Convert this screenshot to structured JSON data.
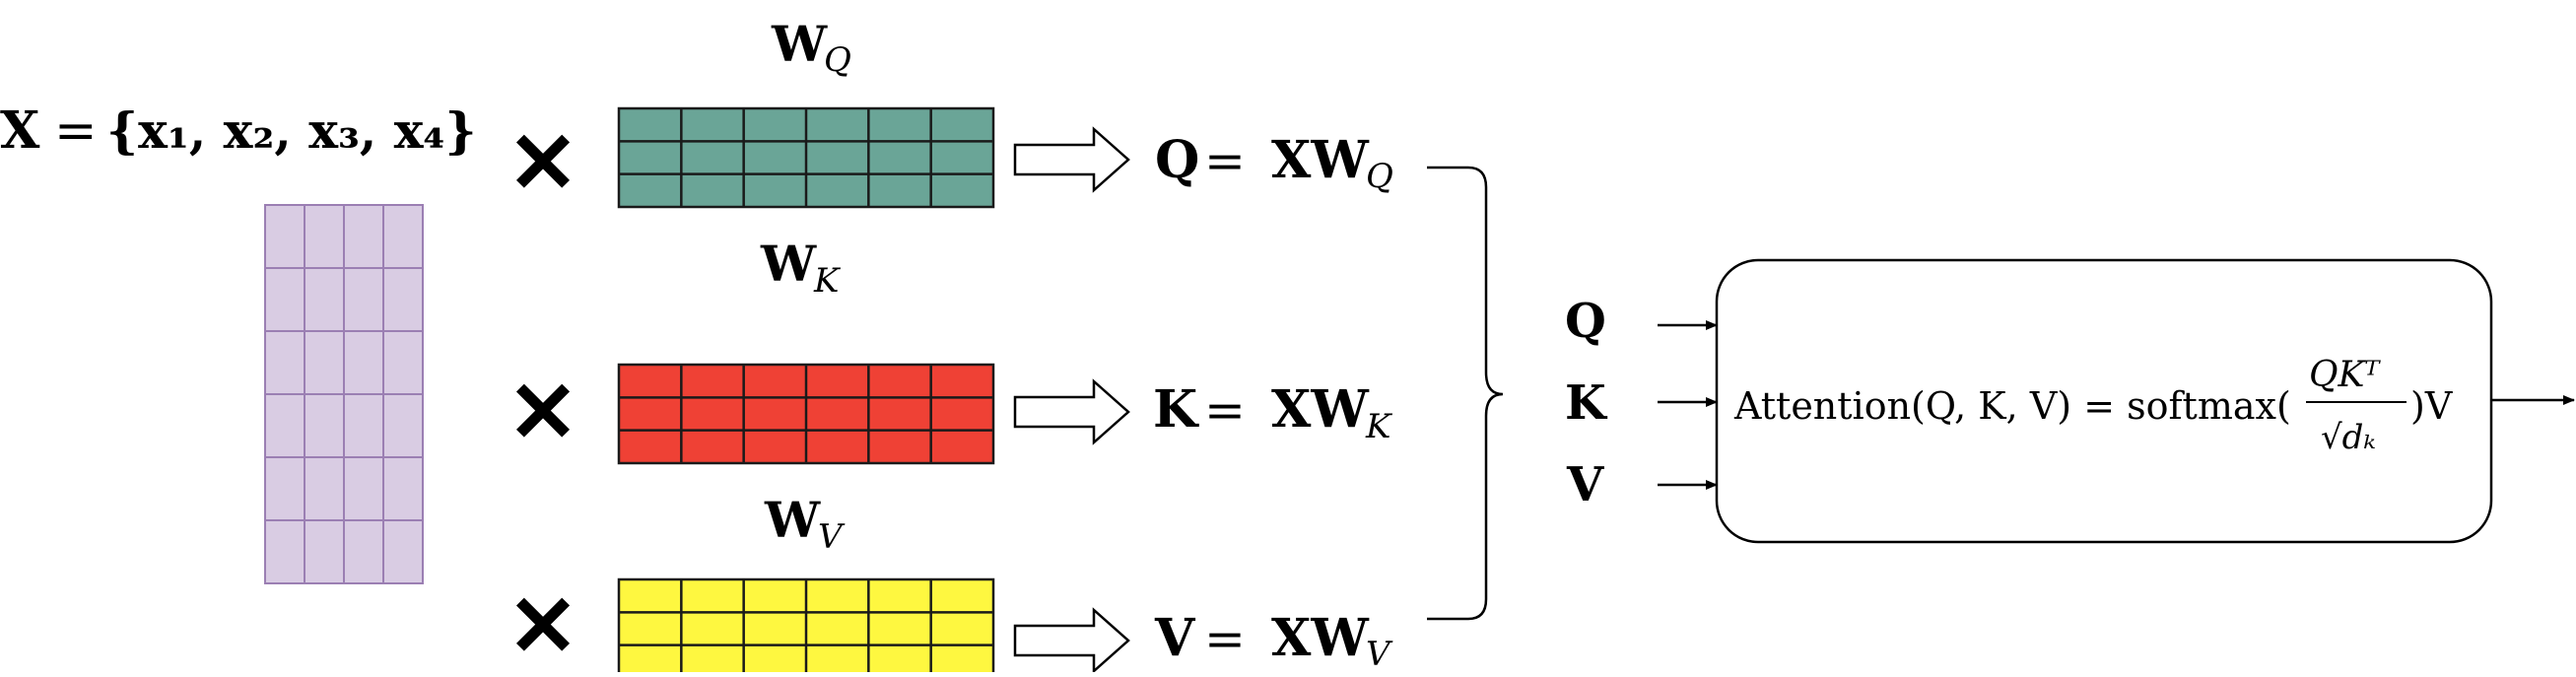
{
  "input": {
    "label_lhs": "X",
    "label_eq": "=",
    "label_rhs": "{x₁, x₂, x₃, x₄}",
    "matrix": {
      "rows": 6,
      "cols": 4,
      "fill": "#d9cce3",
      "stroke": "#9b7fb3"
    }
  },
  "operator_symbol": "✕",
  "arrow_symbol": "⟹",
  "branches": [
    {
      "id": "q",
      "weight_main": "W",
      "weight_sub": "Q",
      "fill": "#6aa597",
      "result_lhs": "Q",
      "result_eq": "=",
      "result_rhs_main": "XW",
      "result_rhs_sub": "Q"
    },
    {
      "id": "k",
      "weight_main": "W",
      "weight_sub": "K",
      "fill": "#ef4135",
      "result_lhs": "K",
      "result_eq": "=",
      "result_rhs_main": "XW",
      "result_rhs_sub": "K"
    },
    {
      "id": "v",
      "weight_main": "W",
      "weight_sub": "V",
      "fill": "#fef740",
      "result_lhs": "V",
      "result_eq": "=",
      "result_rhs_main": "XW",
      "result_rhs_sub": "V"
    }
  ],
  "weight_matrix": {
    "rows": 3,
    "cols": 6,
    "stroke": "#1a1a1a"
  },
  "attention": {
    "inputs": [
      "Q",
      "K",
      "V"
    ],
    "formula_lhs": "Attention(Q, K, V) = softmax(",
    "numerator": "QKᵀ",
    "denominator": "√dₖ",
    "formula_rhs": ")V"
  }
}
